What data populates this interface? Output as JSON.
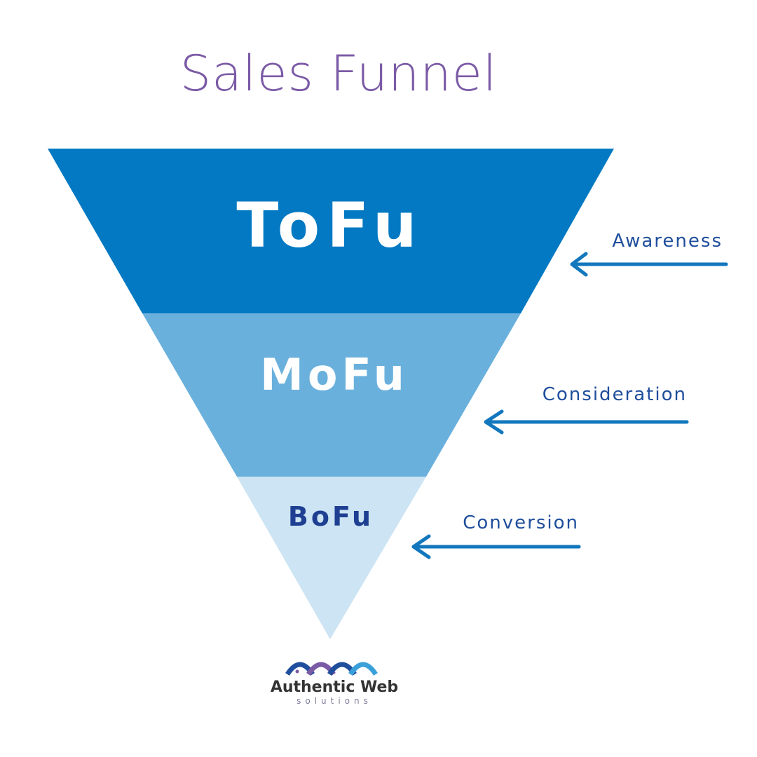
{
  "title": "Sales Funnel",
  "stages": [
    {
      "label": "ToFu",
      "side_label": "Awareness",
      "fill": "#0279c2",
      "text_color": "#ffffff"
    },
    {
      "label": "MoFu",
      "side_label": "Consideration",
      "fill": "#6ab0dc",
      "text_color": "#ffffff"
    },
    {
      "label": "BoFu",
      "side_label": "Conversion",
      "fill": "#cce4f3",
      "text_color": "#1f3f92"
    }
  ],
  "arrow_color": "#1277bd",
  "logo": {
    "name": "Authentic Web",
    "tagline": "solutions",
    "colors": [
      "#1f4e9c",
      "#7b5aa6",
      "#3aa0da"
    ]
  }
}
